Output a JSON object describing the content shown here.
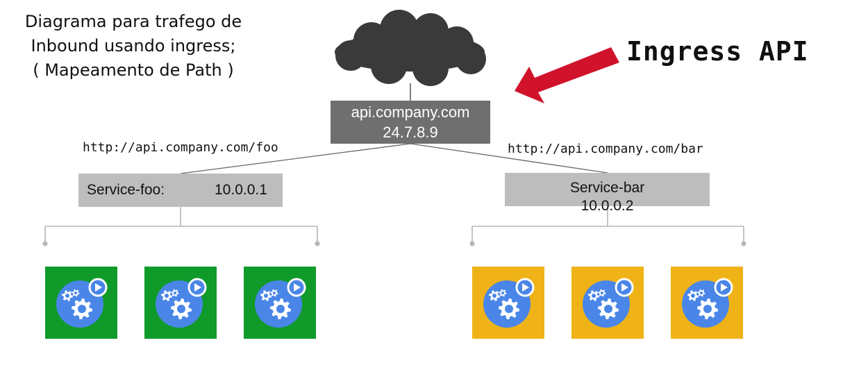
{
  "title": {
    "line1": "Diagrama para trafego de",
    "line2": "Inbound usando ingress;",
    "line3": "( Mapeamento de Path )"
  },
  "ingress_label": "Ingress API",
  "edge": {
    "host": "api.company.com",
    "ip": "24.7.8.9"
  },
  "routes": {
    "foo_url": "http://api.company.com/foo",
    "bar_url": "http://api.company.com/bar"
  },
  "services": {
    "foo": {
      "name": "Service-foo:",
      "ip": "10.0.0.1"
    },
    "bar": {
      "name": "Service-bar",
      "ip": "10.0.0.2"
    }
  },
  "pods": {
    "foo": [
      {
        "icon": "gears-play-icon"
      },
      {
        "icon": "gears-play-icon"
      },
      {
        "icon": "gears-play-icon"
      }
    ],
    "bar": [
      {
        "icon": "gears-play-icon"
      },
      {
        "icon": "gears-play-icon"
      },
      {
        "icon": "gears-play-icon"
      }
    ]
  },
  "colors": {
    "foo_pod": "#0f9a2a",
    "bar_pod": "#efb318",
    "gear_badge": "#4a86e8",
    "arrow": "#d0132b",
    "edge_box": "#6f6f6f",
    "service_box": "#bdbdbd",
    "cloud": "#3a3a3a"
  }
}
